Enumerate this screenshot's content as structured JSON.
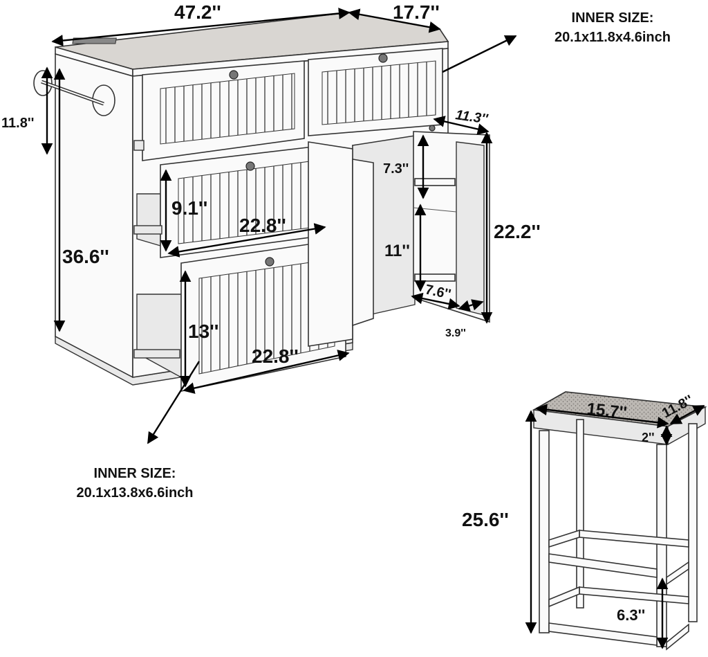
{
  "island": {
    "width": "47.2''",
    "depth": "17.7''",
    "height": "36.6''",
    "side_rail_height": "11.8''",
    "top_drawer_note": {
      "heading": "INNER SIZE:",
      "size": "20.1x11.8x4.6inch"
    },
    "middle_drawer": {
      "height": "9.1''",
      "width": "22.8''"
    },
    "bottom_drawer": {
      "height": "13''",
      "width": "22.8''"
    },
    "bottom_drawer_note": {
      "heading": "INNER SIZE:",
      "size": "20.1x13.8x6.6inch"
    },
    "door": {
      "width": "11.3''",
      "height": "22.2''",
      "upper_shelf": "7.3''",
      "lower_shelf": "11''",
      "shelf_width": "7.6''",
      "shelf_depth": "3.9''"
    }
  },
  "stool": {
    "seat_width": "15.7''",
    "seat_depth": "11.8''",
    "seat_thickness": "2''",
    "height": "25.6''",
    "footrest_height": "6.3''"
  }
}
